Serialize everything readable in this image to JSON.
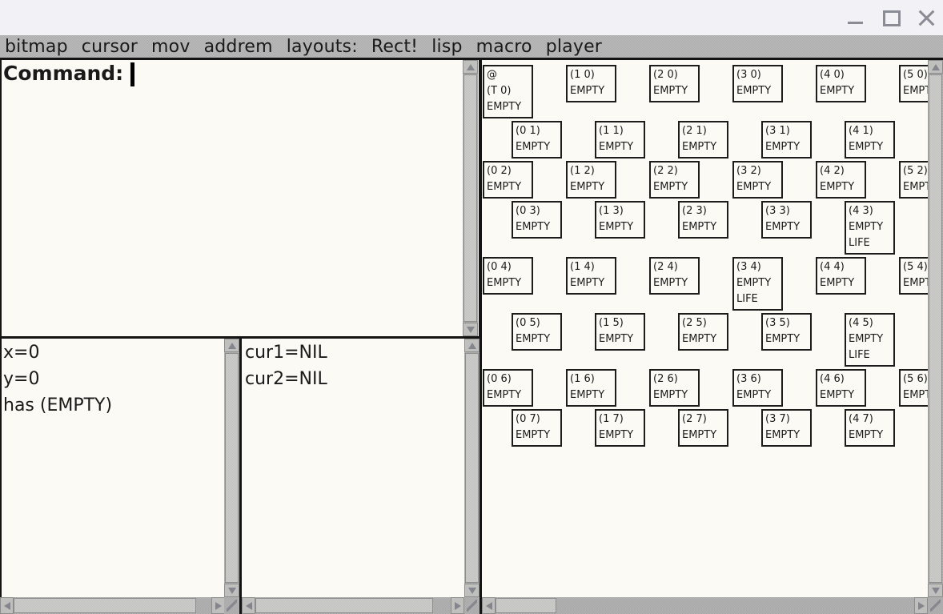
{
  "window": {
    "controls": [
      {
        "name": "minimize"
      },
      {
        "name": "maximize"
      },
      {
        "name": "close"
      }
    ]
  },
  "menu_bar": {
    "items": [
      "bitmap",
      "cursor",
      "mov",
      "addrem",
      "layouts:",
      "Rect!",
      "lisp",
      "macro",
      "player"
    ]
  },
  "command_panel": {
    "prompt": "Command:"
  },
  "position_panel": {
    "lines": [
      "x=0",
      "y=0",
      "has (EMPTY)"
    ]
  },
  "cursor_panel": {
    "lines": [
      "cur1=NIL",
      "cur2=NIL"
    ]
  },
  "grid_panel": {
    "cells": [
      {
        "col": 0,
        "row": 0,
        "lines": [
          "@",
          "(T 0)",
          "EMPTY"
        ]
      },
      {
        "col": 1,
        "row": 0,
        "lines": [
          "(1 0)",
          "EMPTY"
        ]
      },
      {
        "col": 2,
        "row": 0,
        "lines": [
          "(2 0)",
          "EMPTY"
        ]
      },
      {
        "col": 3,
        "row": 0,
        "lines": [
          "(3 0)",
          "EMPTY"
        ]
      },
      {
        "col": 4,
        "row": 0,
        "lines": [
          "(4 0)",
          "EMPTY"
        ]
      },
      {
        "col": 5,
        "row": 0,
        "lines": [
          "(5 0)",
          "EMPTY"
        ]
      },
      {
        "col": 0,
        "row": 1,
        "lines": [
          "(0 1)",
          "EMPTY"
        ]
      },
      {
        "col": 1,
        "row": 1,
        "lines": [
          "(1 1)",
          "EMPTY"
        ]
      },
      {
        "col": 2,
        "row": 1,
        "lines": [
          "(2 1)",
          "EMPTY"
        ]
      },
      {
        "col": 3,
        "row": 1,
        "lines": [
          "(3 1)",
          "EMPTY"
        ]
      },
      {
        "col": 4,
        "row": 1,
        "lines": [
          "(4 1)",
          "EMPTY"
        ]
      },
      {
        "col": 0,
        "row": 2,
        "lines": [
          "(0 2)",
          "EMPTY"
        ]
      },
      {
        "col": 1,
        "row": 2,
        "lines": [
          "(1 2)",
          "EMPTY"
        ]
      },
      {
        "col": 2,
        "row": 2,
        "lines": [
          "(2 2)",
          "EMPTY"
        ]
      },
      {
        "col": 3,
        "row": 2,
        "lines": [
          "(3 2)",
          "EMPTY"
        ]
      },
      {
        "col": 4,
        "row": 2,
        "lines": [
          "(4 2)",
          "EMPTY"
        ]
      },
      {
        "col": 5,
        "row": 2,
        "lines": [
          "(5 2)",
          "EMPTY"
        ]
      },
      {
        "col": 0,
        "row": 3,
        "lines": [
          "(0 3)",
          "EMPTY"
        ]
      },
      {
        "col": 1,
        "row": 3,
        "lines": [
          "(1 3)",
          "EMPTY"
        ]
      },
      {
        "col": 2,
        "row": 3,
        "lines": [
          "(2 3)",
          "EMPTY"
        ]
      },
      {
        "col": 3,
        "row": 3,
        "lines": [
          "(3 3)",
          "EMPTY"
        ]
      },
      {
        "col": 4,
        "row": 3,
        "lines": [
          "(4 3)",
          "EMPTY",
          "LIFE"
        ]
      },
      {
        "col": 0,
        "row": 4,
        "lines": [
          "(0 4)",
          "EMPTY"
        ]
      },
      {
        "col": 1,
        "row": 4,
        "lines": [
          "(1 4)",
          "EMPTY"
        ]
      },
      {
        "col": 2,
        "row": 4,
        "lines": [
          "(2 4)",
          "EMPTY"
        ]
      },
      {
        "col": 3,
        "row": 4,
        "lines": [
          "(3 4)",
          "EMPTY",
          "LIFE"
        ]
      },
      {
        "col": 4,
        "row": 4,
        "lines": [
          "(4 4)",
          "EMPTY"
        ]
      },
      {
        "col": 5,
        "row": 4,
        "lines": [
          "(5 4)",
          "EMPTY"
        ]
      },
      {
        "col": 0,
        "row": 5,
        "lines": [
          "(0 5)",
          "EMPTY"
        ]
      },
      {
        "col": 1,
        "row": 5,
        "lines": [
          "(1 5)",
          "EMPTY"
        ]
      },
      {
        "col": 2,
        "row": 5,
        "lines": [
          "(2 5)",
          "EMPTY"
        ]
      },
      {
        "col": 3,
        "row": 5,
        "lines": [
          "(3 5)",
          "EMPTY"
        ]
      },
      {
        "col": 4,
        "row": 5,
        "lines": [
          "(4 5)",
          "EMPTY",
          "LIFE"
        ]
      },
      {
        "col": 0,
        "row": 6,
        "lines": [
          "(0 6)",
          "EMPTY"
        ]
      },
      {
        "col": 1,
        "row": 6,
        "lines": [
          "(1 6)",
          "EMPTY"
        ]
      },
      {
        "col": 2,
        "row": 6,
        "lines": [
          "(2 6)",
          "EMPTY"
        ]
      },
      {
        "col": 3,
        "row": 6,
        "lines": [
          "(3 6)",
          "EMPTY"
        ]
      },
      {
        "col": 4,
        "row": 6,
        "lines": [
          "(4 6)",
          "EMPTY"
        ]
      },
      {
        "col": 5,
        "row": 6,
        "lines": [
          "(5 6)",
          "EMPTY"
        ]
      },
      {
        "col": 0,
        "row": 7,
        "lines": [
          "(0 7)",
          "EMPTY"
        ]
      },
      {
        "col": 1,
        "row": 7,
        "lines": [
          "(1 7)",
          "EMPTY"
        ]
      },
      {
        "col": 2,
        "row": 7,
        "lines": [
          "(2 7)",
          "EMPTY"
        ]
      },
      {
        "col": 3,
        "row": 7,
        "lines": [
          "(3 7)",
          "EMPTY"
        ]
      },
      {
        "col": 4,
        "row": 7,
        "lines": [
          "(4 7)",
          "EMPTY"
        ]
      }
    ]
  },
  "colors": {
    "chrome_gray": "#b5b5b5",
    "panel_bg": "#fbfaf5",
    "border_black": "#141414",
    "scroll_trough": "#aeaeae",
    "scroll_thumb": "#c8c8c6",
    "titlebar_bg": "#f2f1f6",
    "control_icon_gray": "#8b8b95",
    "text_black": "#1a1a1a"
  }
}
